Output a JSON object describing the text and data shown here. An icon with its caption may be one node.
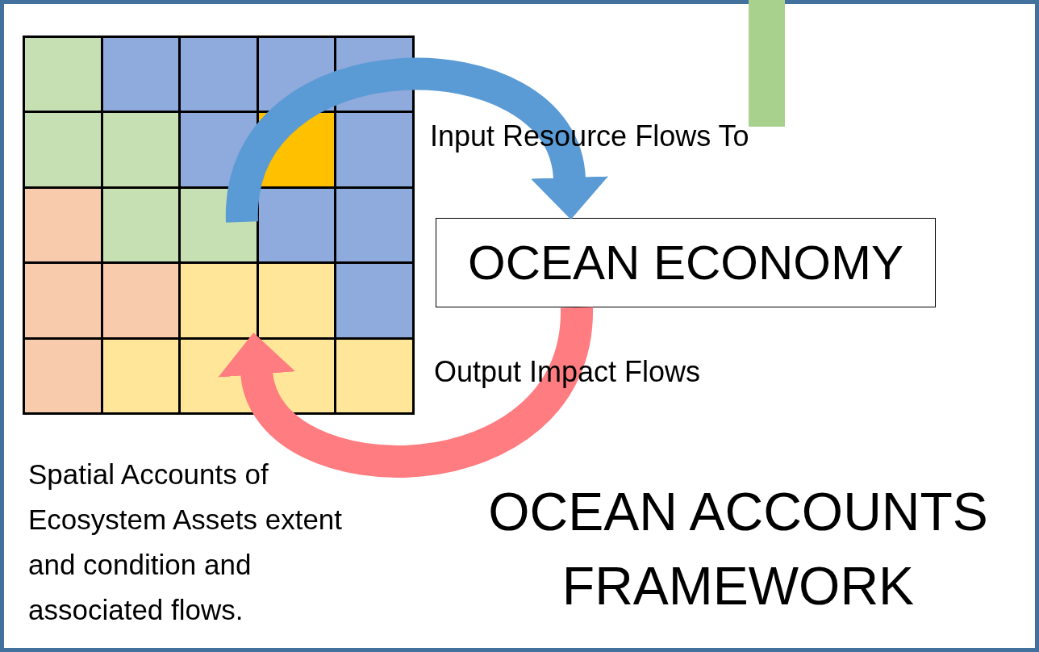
{
  "diagram": {
    "title": "OCEAN ACCOUNTS FRAMEWORK",
    "nodes": [
      {
        "text": [],
        "shape": "grid",
        "beside": [
          "Spatial Accounts of Ecosystem Assets extent and condition and associated flows."
        ]
      },
      {
        "text": [
          "OCEAN ECONOMY"
        ]
      },
      {
        "text": [],
        "shape": "bar"
      }
    ],
    "edges": [
      {
        "from": 0,
        "to": 1,
        "arrow": "to",
        "label": "Input Resource Flows To",
        "color": "#5b9bd5"
      },
      {
        "from": 1,
        "to": 0,
        "arrow": "to",
        "label": "Output Impact Flows",
        "color": "#ff7c80"
      }
    ]
  }
}
